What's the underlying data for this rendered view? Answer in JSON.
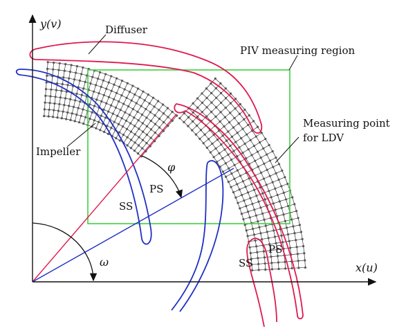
{
  "labels": {
    "y_axis": "y(v)",
    "x_axis": "x(u)",
    "diffuser": "Diffuser",
    "piv_region": "PIV measuring region",
    "measuring_point_line1": "Measuring point",
    "measuring_point_line2": "for LDV",
    "impeller": "Impeller",
    "phi": "φ",
    "omega": "ω",
    "ps_impeller": "PS",
    "ss_impeller": "SS",
    "ps_diffuser": "PS",
    "ss_diffuser": "SS"
  },
  "colors": {
    "diffuser": "#e0194f",
    "impeller": "#1f2fc4",
    "piv_box": "#3dd13d",
    "mesh": "#333333",
    "axis": "#111111"
  }
}
